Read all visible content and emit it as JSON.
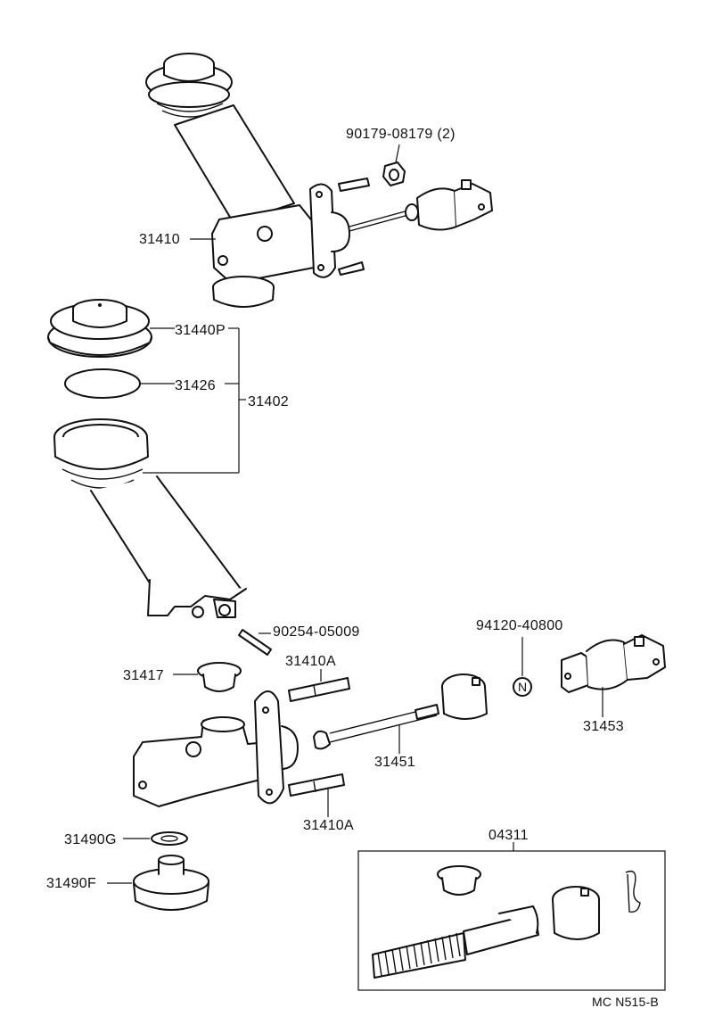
{
  "labels": {
    "nut_top": "90179-08179 (2)",
    "master_cyl_assy": "31410",
    "cap": "31440P",
    "diaphragm": "31426",
    "reservoir_set": "31402",
    "pin": "90254-05009",
    "nut_mid": "94120-40800",
    "grommet": "31417",
    "stud_upper": "31410A",
    "stud_lower": "31410A",
    "push_rod": "31451",
    "clevis": "31453",
    "gasket": "31490G",
    "union": "31490F",
    "repair_kit": "04311",
    "nut_marker": "N"
  },
  "footer": {
    "reference_code": "MC N515-B"
  }
}
